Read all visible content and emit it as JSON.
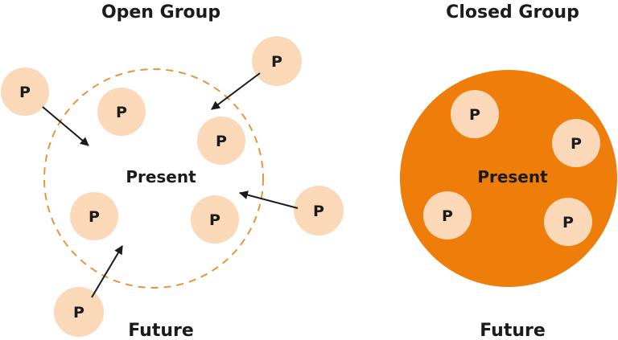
{
  "colors": {
    "person_fill": "#FBD9B8",
    "closed_fill": "#EE7D0A",
    "dashed_stroke": "#E8943A",
    "arrow": "#1b1b1b",
    "text": "#1b1b1b"
  },
  "open_group": {
    "title": "Open Group",
    "center_label": "Present",
    "bottom_label": "Future",
    "boundary": "dashed",
    "members_inside": [
      "P",
      "P",
      "P",
      "P"
    ],
    "members_outside": [
      "P",
      "P",
      "P",
      "P"
    ],
    "arrows": [
      {
        "from": "outside-left",
        "to": "inside"
      },
      {
        "from": "outside-top-right",
        "to": "inside"
      },
      {
        "from": "outside-right",
        "to": "inside"
      },
      {
        "from": "outside-bottom",
        "to": "inside"
      }
    ]
  },
  "closed_group": {
    "title": "Closed Group",
    "center_label": "Present",
    "bottom_label": "Future",
    "boundary": "solid-filled",
    "members_inside": [
      "P",
      "P",
      "P",
      "P"
    ]
  }
}
